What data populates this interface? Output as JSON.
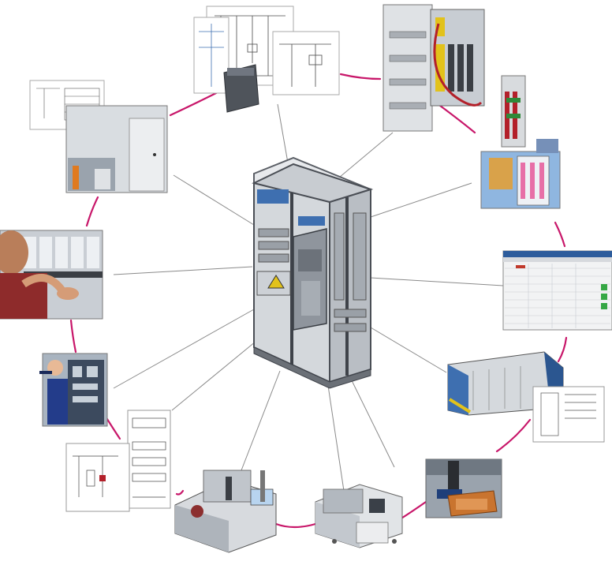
{
  "diagram": {
    "colors": {
      "background": "#ffffff",
      "arc": "#c8176a",
      "spoke": "#8a8a8a",
      "cabinet_frame": "#5b5f66",
      "cabinet_panel": "#cfd3d8",
      "accent_red": "#b3202a",
      "accent_yellow": "#e2c21b",
      "accent_blue": "#3e6fb0"
    },
    "center": {
      "name": "control-cabinet-3d-model"
    },
    "nodes": [
      {
        "id": "electrical-schematics"
      },
      {
        "id": "cabinet-wiring-rails"
      },
      {
        "id": "busbar-system"
      },
      {
        "id": "data-table-software"
      },
      {
        "id": "rack-enclosure"
      },
      {
        "id": "copper-busbar-machining"
      },
      {
        "id": "wire-processing-machine"
      },
      {
        "id": "automated-assembly-machine"
      },
      {
        "id": "layout-drawing"
      },
      {
        "id": "technician-at-panel"
      },
      {
        "id": "technician-wiring"
      },
      {
        "id": "production-floor-cabinet"
      }
    ],
    "arcs": 12,
    "spokes": 12
  }
}
